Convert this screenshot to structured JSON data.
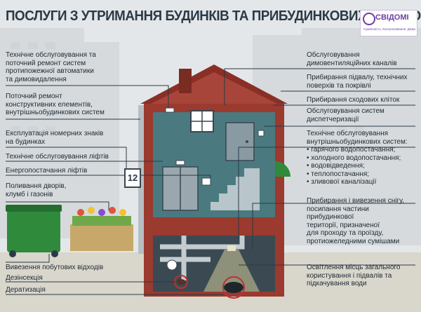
{
  "title": "ПОСЛУГИ З УТРИМАННЯ БУДИНКІВ ТА ПРИБУДИНКОВИХ ТЕРИТОРІЙ:",
  "logo": {
    "name": "СВІДОМІ",
    "tagline": "Сумлінність. Контролювання. Дієва."
  },
  "house_number": "12",
  "left_labels": [
    {
      "id": "maintenance",
      "lines": [
        "Технічне обслуговування та",
        "поточний ремонт систем",
        "протипожежної автоматики",
        "та димовидалення"
      ]
    },
    {
      "id": "structural-repair",
      "lines": [
        "Поточний ремонт",
        "конструктивних елементів,",
        "внутрішньобудинкових систем"
      ]
    },
    {
      "id": "house-number-signs",
      "lines": [
        "Експлуатація номерних знаків",
        "на будинках"
      ]
    },
    {
      "id": "elevator-maintenance",
      "lines": [
        "Технічне обслуговування ліфтів"
      ]
    },
    {
      "id": "elevator-power",
      "lines": [
        "Енергопостачання ліфтів"
      ]
    },
    {
      "id": "watering",
      "lines": [
        "Поливання дворів,",
        "клумб і газонів"
      ]
    },
    {
      "id": "garbage-removal",
      "lines": [
        "Вивезення побутових відходів"
      ]
    },
    {
      "id": "disinsection",
      "lines": [
        "Дезінсекція"
      ]
    },
    {
      "id": "deratization",
      "lines": [
        "Дератизація"
      ]
    }
  ],
  "right_labels": [
    {
      "id": "ventilation",
      "lines": [
        "Обслуговування",
        "димовентиляційних каналів"
      ]
    },
    {
      "id": "basement-cleaning",
      "lines": [
        "Прибирання підвалу, технічних",
        "поверхів та покрівлі"
      ]
    },
    {
      "id": "stairs-cleaning",
      "lines": [
        "Прибирання сходових кліток"
      ]
    },
    {
      "id": "dispatch",
      "lines": [
        "Обслуговування систем",
        "диспетчеризації"
      ]
    },
    {
      "id": "internal-systems",
      "lines": [
        "Технічне обслуговування",
        "внутрішньобудинкових систем:",
        "• гарячого водопостачання;",
        "• холодного водопостачання;",
        "• водовідведення;",
        "• теплопостачання;",
        "• зливової каналізації"
      ]
    },
    {
      "id": "snow-removal",
      "lines": [
        "Прибирання і вивезення снігу,",
        "посипання частини",
        "прибудинкової",
        "території,  призначеної",
        "для  проходу та проїзду,",
        "протиожеледними сумішами"
      ]
    },
    {
      "id": "lighting",
      "lines": [
        "Освітлення місць загального",
        "користування і підвалів та",
        "підкачування води"
      ]
    }
  ],
  "colors": {
    "background": "#e4e7e9",
    "wall_brick": "#9b3a2e",
    "roof": "#8a2f26",
    "interior": "#4a7a80",
    "interior_light": "#6fa3a8",
    "text": "#1f2a33",
    "bin": "#2f8a3c",
    "brand": "#6b3fa0"
  },
  "icons": [
    "logo-mark-icon",
    "smoke-detector-icon",
    "lamp-icon",
    "rat-icon",
    "cockroach-icon",
    "gauge-icon",
    "flower-icon"
  ]
}
